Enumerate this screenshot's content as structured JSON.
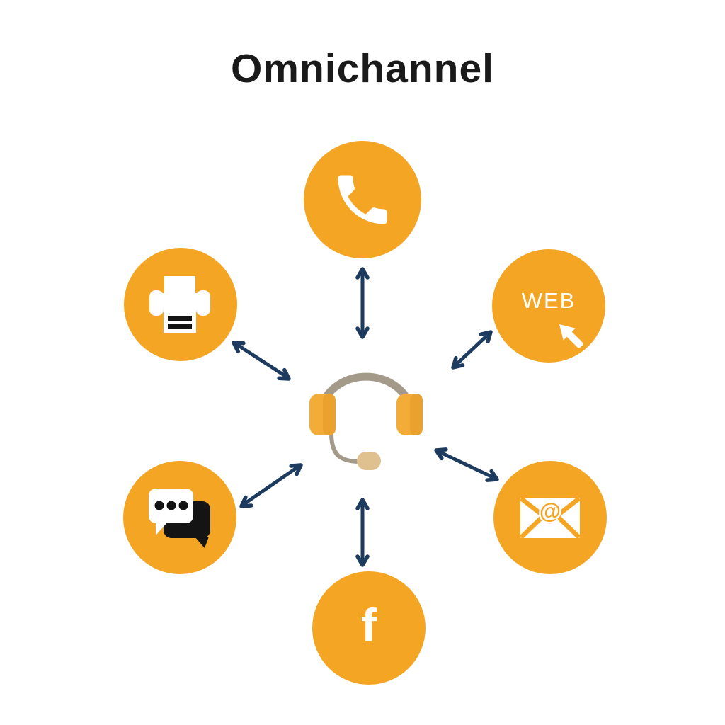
{
  "title": "Omnichannel",
  "colors": {
    "background": "#FFFFFF",
    "circle": "#F4A524",
    "arrow": "#1D3A5F",
    "title_text": "#1A1A1A",
    "icon_white": "#FFFFFF",
    "headset_band": "#A39A8A",
    "headset_cup": "#F3AC38",
    "headset_cup_shade": "#EAA12E",
    "mic_tip": "#DFC08F",
    "dark_accent": "#141414"
  },
  "center": {
    "icon": "headset-icon"
  },
  "channels": [
    {
      "id": "phone",
      "icon": "phone-icon",
      "label": ""
    },
    {
      "id": "web",
      "icon": "web-cursor-icon",
      "label": "WEB"
    },
    {
      "id": "email",
      "icon": "email-at-icon",
      "label": "@"
    },
    {
      "id": "facebook",
      "icon": "facebook-icon",
      "label": "f"
    },
    {
      "id": "chat",
      "icon": "chat-bubbles-icon",
      "label": ""
    },
    {
      "id": "fax",
      "icon": "printer-icon",
      "label": ""
    }
  ]
}
